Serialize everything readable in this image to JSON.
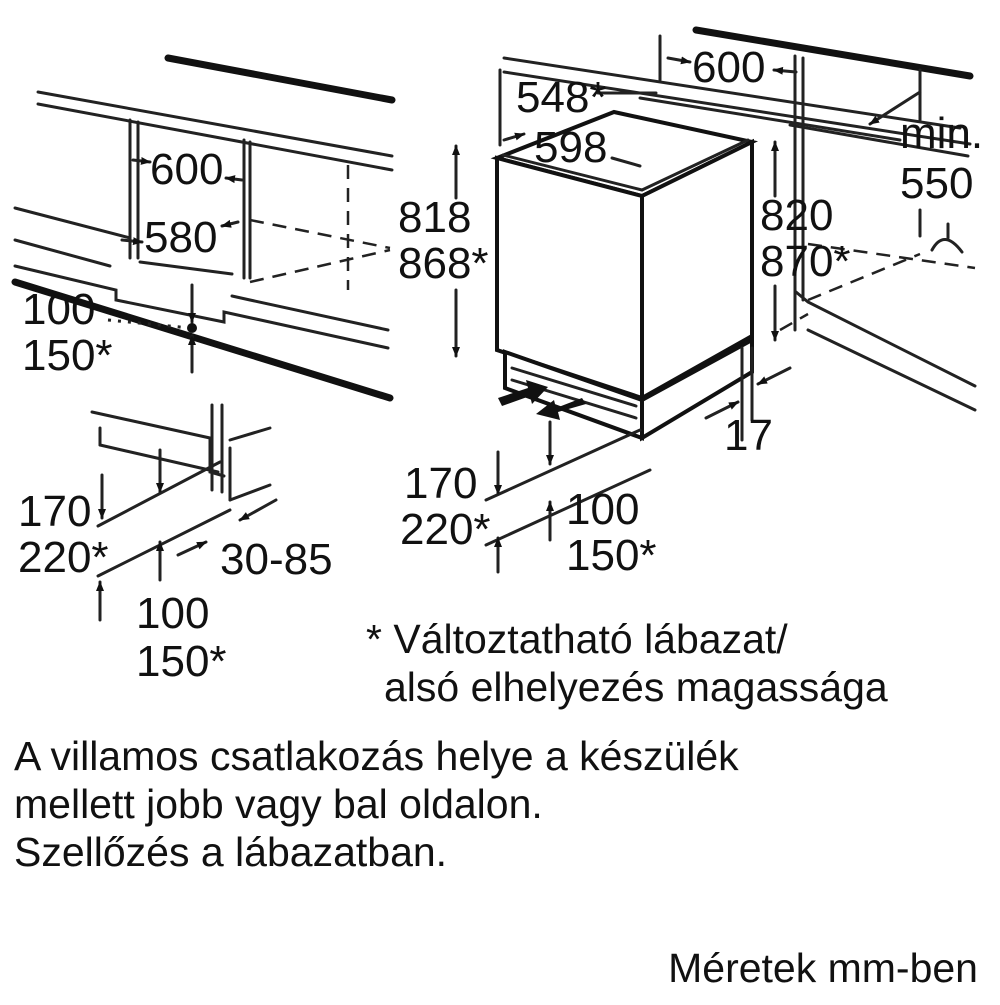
{
  "left_top": {
    "width_600": "600",
    "width_580": "580",
    "plinth_100": "100",
    "plinth_150": "150*"
  },
  "left_bottom": {
    "h_170": "170",
    "h_220": "220*",
    "d_30_85": "30-85",
    "p_100": "100",
    "p_150": "150*"
  },
  "appliance": {
    "top_600": "600",
    "depth_548": "548*",
    "width_598": "598",
    "height_818": "818",
    "height_868": "868*",
    "niche_820": "820",
    "niche_870": "870*",
    "min_label": "min.",
    "min_550": "550",
    "gap_17": "17",
    "vent_170": "170",
    "vent_220": "220*",
    "vent_100": "100",
    "vent_150": "150*"
  },
  "notes": {
    "footnote_line1": "* Változtatható lábazat/",
    "footnote_line2": "alsó elhelyezés magassága",
    "info_line1": "A villamos csatlakozás helye a készülék",
    "info_line2": "mellett jobb vagy bal oldalon.",
    "info_line3": "Szellőzés a lábazatban.",
    "units": "Méretek mm-ben"
  }
}
